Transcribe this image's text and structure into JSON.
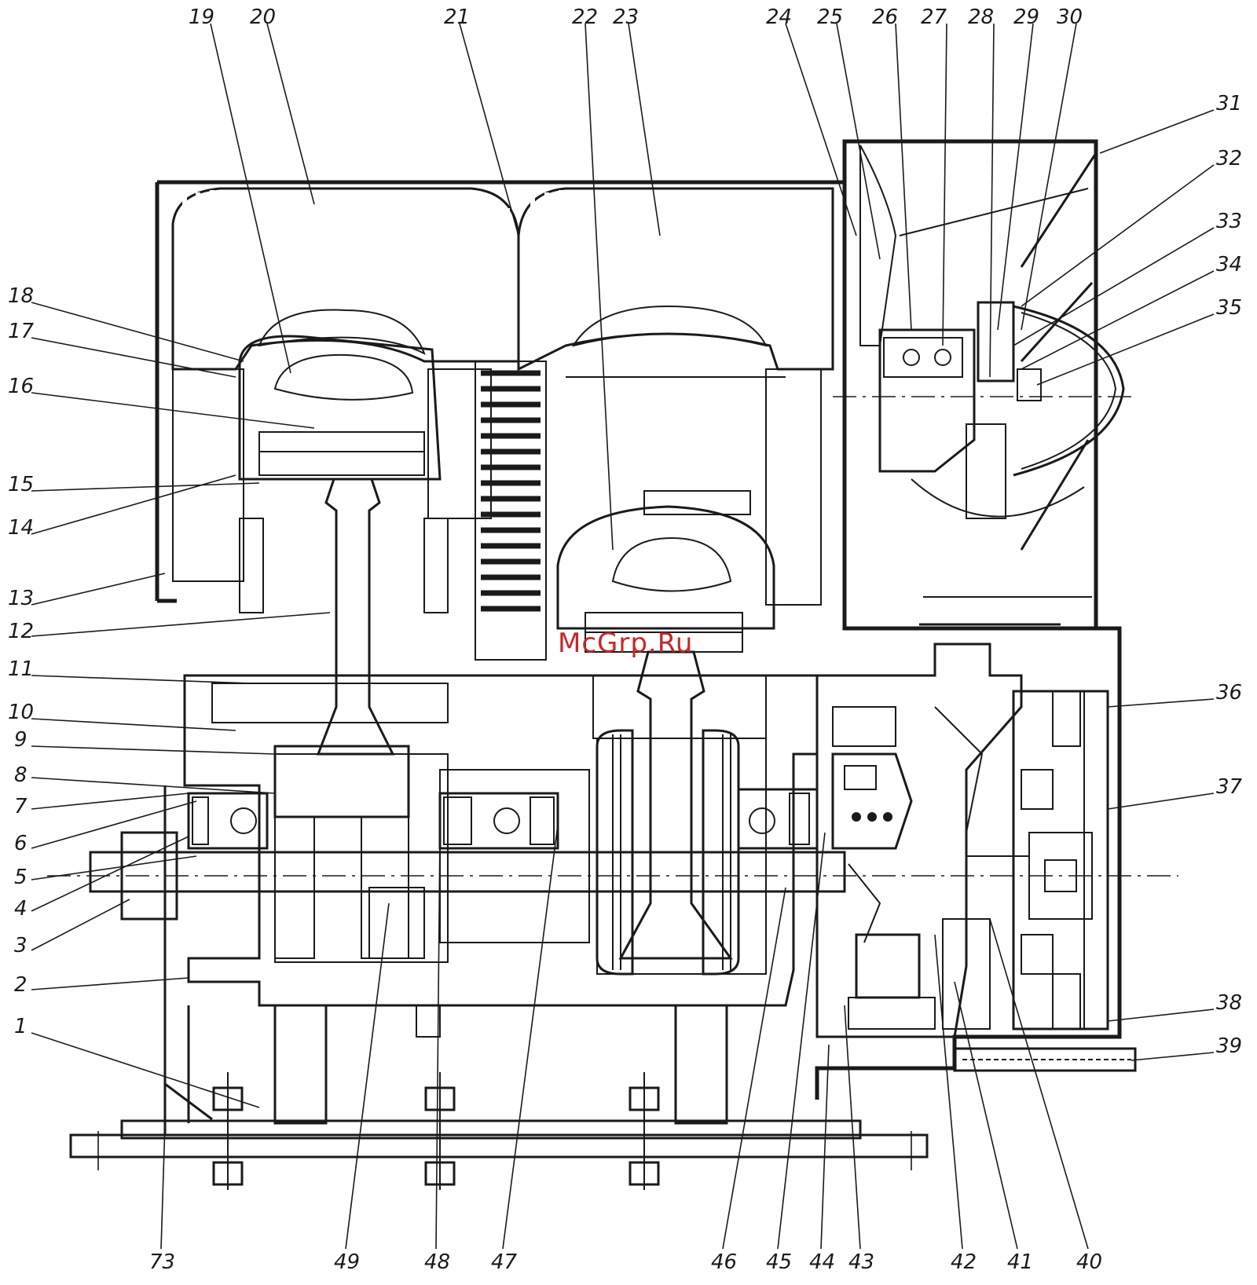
{
  "watermark": "McGrp.Ru",
  "part_labels": [
    "1",
    "2",
    "3",
    "4",
    "5",
    "6",
    "7",
    "8",
    "9",
    "10",
    "11",
    "12",
    "13",
    "14",
    "15",
    "16",
    "17",
    "18",
    "19",
    "20",
    "21",
    "22",
    "23",
    "24",
    "25",
    "26",
    "27",
    "28",
    "29",
    "30",
    "31",
    "32",
    "33",
    "34",
    "35",
    "36",
    "37",
    "38",
    "39",
    "40",
    "41",
    "42",
    "43",
    "44",
    "45",
    "46",
    "47",
    "48",
    "49",
    "73"
  ],
  "colors": {
    "ink": "#1a1a1a",
    "watermark": "#c62828",
    "hatch": "#1a1a1a"
  }
}
